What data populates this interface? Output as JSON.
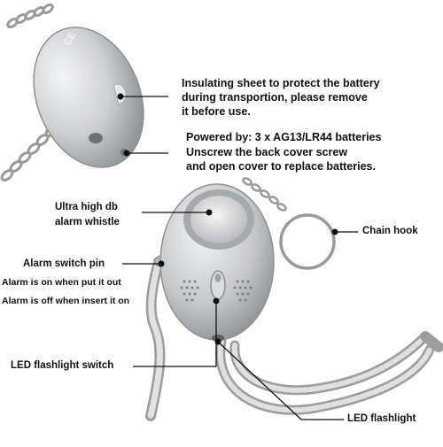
{
  "annotations": {
    "insulating_sheet": [
      "Insulating sheet to protect the battery",
      "during transportion, please remove",
      "it before use."
    ],
    "powered_by": "Powered by: 3 x AG13/LR44 batteries",
    "unscrew": [
      "Unscrew the back cover screw",
      "and open cover to replace batteries."
    ],
    "whistle": [
      "Ultra high db",
      "alarm whistle"
    ],
    "chain_hook": "Chain hook",
    "switch_pin": "Alarm switch pin",
    "alarm_on": "Alarm is on when put it out",
    "alarm_off": "Alarm is off when insert it on",
    "led_switch": "LED flashlight switch",
    "led_flashlight": "LED flashlight"
  },
  "colors": {
    "device_body": "#c9cacc",
    "device_highlight": "#f2f3f4",
    "device_shadow": "#8e9093",
    "chain": "#9a9a9a",
    "strap": "#bdbdbd",
    "label_text": "#111111",
    "leader_line": "#111111"
  }
}
